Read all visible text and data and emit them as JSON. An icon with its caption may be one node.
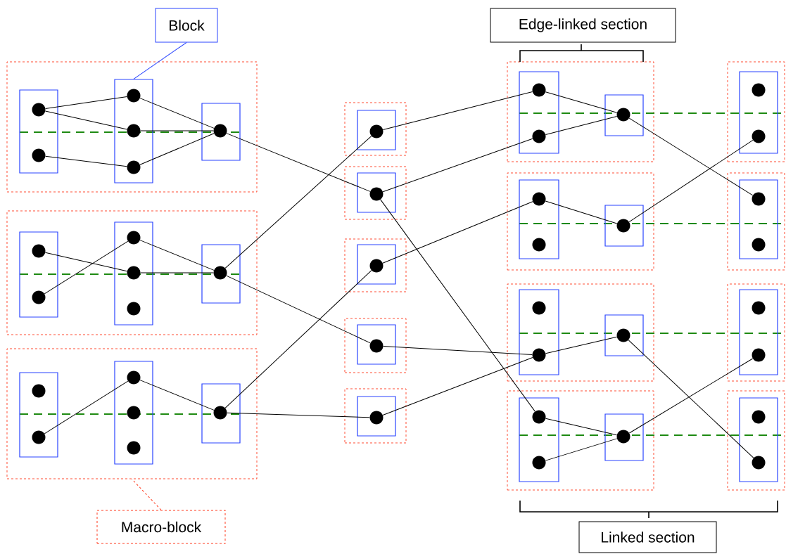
{
  "diagram": {
    "nodes": [
      {
        "text": [
          "Block"
        ]
      },
      {
        "text": [
          "Edge-linked section"
        ]
      },
      {
        "text": [],
        "shape": "box"
      },
      {
        "text": [],
        "shape": "box",
        "in": 2
      },
      {
        "text": [],
        "shape": "circle",
        "in": 3
      },
      {
        "text": [],
        "shape": "circle",
        "in": 3
      },
      {
        "text": [],
        "shape": "box",
        "in": 2
      },
      {
        "text": [],
        "shape": "circle",
        "in": 6
      },
      {
        "text": [],
        "shape": "circle",
        "in": 6
      },
      {
        "text": [],
        "shape": "circle",
        "in": 6
      },
      {
        "text": [],
        "shape": "box",
        "in": 2
      },
      {
        "text": [],
        "shape": "circle",
        "in": 10
      },
      {
        "text": [],
        "shape": "box"
      },
      {
        "text": [],
        "shape": "box",
        "in": 12
      },
      {
        "text": [],
        "shape": "circle",
        "in": 13
      },
      {
        "text": [],
        "shape": "circle",
        "in": 13
      },
      {
        "text": [],
        "shape": "box",
        "in": 12
      },
      {
        "text": [],
        "shape": "circle",
        "in": 16
      },
      {
        "text": [],
        "shape": "circle",
        "in": 16
      },
      {
        "text": [],
        "shape": "circle",
        "in": 16
      },
      {
        "text": [],
        "shape": "box",
        "in": 12
      },
      {
        "text": [],
        "shape": "circle",
        "in": 20
      },
      {
        "text": [],
        "shape": "box"
      },
      {
        "text": [],
        "shape": "box",
        "in": 22
      },
      {
        "text": [],
        "shape": "circle",
        "in": 23
      },
      {
        "text": [],
        "shape": "circle",
        "in": 23
      },
      {
        "text": [],
        "shape": "box",
        "in": 22
      },
      {
        "text": [],
        "shape": "circle",
        "in": 26
      },
      {
        "text": [],
        "shape": "circle",
        "in": 26
      },
      {
        "text": [],
        "shape": "circle",
        "in": 26
      },
      {
        "text": [],
        "shape": "box",
        "in": 22
      },
      {
        "text": [],
        "shape": "circle",
        "in": 30
      },
      {
        "text": [],
        "shape": "box"
      },
      {
        "text": [],
        "shape": "box",
        "in": 32
      },
      {
        "text": [],
        "shape": "circle",
        "in": 33
      },
      {
        "text": [],
        "shape": "box"
      },
      {
        "text": [],
        "shape": "box",
        "in": 35
      },
      {
        "text": [],
        "shape": "circle",
        "in": 36
      },
      {
        "text": [],
        "shape": "box"
      },
      {
        "text": [],
        "shape": "box",
        "in": 38
      },
      {
        "text": [],
        "shape": "circle",
        "in": 39
      },
      {
        "text": [],
        "shape": "box"
      },
      {
        "text": [],
        "shape": "box",
        "in": 41
      },
      {
        "text": [],
        "shape": "circle",
        "in": 42
      },
      {
        "text": [],
        "shape": "box"
      },
      {
        "text": [],
        "shape": "box",
        "in": 44
      },
      {
        "text": [],
        "shape": "circle",
        "in": 45
      },
      {
        "text": [],
        "shape": "box"
      },
      {
        "text": [],
        "shape": "box",
        "in": 47
      },
      {
        "text": [],
        "shape": "circle",
        "in": 48
      },
      {
        "text": [],
        "shape": "circle",
        "in": 48
      },
      {
        "text": [],
        "shape": "box",
        "in": 47
      },
      {
        "text": [],
        "shape": "circle",
        "in": 51
      },
      {
        "text": [],
        "shape": "box"
      },
      {
        "text": [],
        "shape": "box",
        "in": 53
      },
      {
        "text": [],
        "shape": "circle",
        "in": 54
      },
      {
        "text": [],
        "shape": "circle",
        "in": 54
      },
      {
        "text": [],
        "shape": "box",
        "in": 53
      },
      {
        "text": [],
        "shape": "circle",
        "in": 57
      },
      {
        "text": [],
        "shape": "box"
      },
      {
        "text": [],
        "shape": "box",
        "in": 59
      },
      {
        "text": [],
        "shape": "circle",
        "in": 60
      },
      {
        "text": [],
        "shape": "circle",
        "in": 60
      },
      {
        "text": [],
        "shape": "box",
        "in": 59
      },
      {
        "text": [],
        "shape": "circle",
        "in": 63
      },
      {
        "text": [],
        "shape": "box"
      },
      {
        "text": [],
        "shape": "box",
        "in": 65
      },
      {
        "text": [],
        "shape": "circle",
        "in": 66
      },
      {
        "text": [],
        "shape": "circle",
        "in": 66
      },
      {
        "text": [],
        "shape": "box",
        "in": 65
      },
      {
        "text": [],
        "shape": "circle",
        "in": 69
      },
      {
        "text": [],
        "shape": "box"
      },
      {
        "text": [],
        "shape": "box",
        "in": 71
      },
      {
        "text": [],
        "shape": "circle",
        "in": 72
      },
      {
        "text": [],
        "shape": "circle",
        "in": 72
      },
      {
        "text": [],
        "shape": "box"
      },
      {
        "text": [],
        "shape": "box",
        "in": 75
      },
      {
        "text": [],
        "shape": "circle",
        "in": 76
      },
      {
        "text": [],
        "shape": "circle",
        "in": 76
      },
      {
        "text": [],
        "shape": "box"
      },
      {
        "text": [],
        "shape": "box",
        "in": 79
      },
      {
        "text": [],
        "shape": "circle",
        "in": 80
      },
      {
        "text": [],
        "shape": "circle",
        "in": 80
      },
      {
        "text": [],
        "shape": "box"
      },
      {
        "text": [],
        "shape": "box",
        "in": 83
      },
      {
        "text": [],
        "shape": "circle",
        "in": 84
      },
      {
        "text": [],
        "shape": "circle",
        "in": 84
      },
      {
        "text": [
          "Macro-block"
        ]
      },
      {
        "text": [
          "Linked section"
        ]
      }
    ],
    "edges": [
      {
        "from": 4,
        "to": 7,
        "arrow": "none"
      },
      {
        "from": 4,
        "to": 8,
        "arrow": "none"
      },
      {
        "from": 5,
        "to": 9,
        "arrow": "none"
      },
      {
        "from": 7,
        "to": 11,
        "arrow": "none"
      },
      {
        "from": 8,
        "to": 11,
        "arrow": "none"
      },
      {
        "from": 9,
        "to": 11,
        "arrow": "none"
      },
      {
        "from": 11,
        "to": 37,
        "arrow": "none"
      },
      {
        "from": 14,
        "to": 18,
        "arrow": "none"
      },
      {
        "from": 15,
        "to": 17,
        "arrow": "none"
      },
      {
        "from": 17,
        "to": 21,
        "arrow": "none"
      },
      {
        "from": 18,
        "to": 21,
        "arrow": "none"
      },
      {
        "from": 21,
        "to": 34,
        "arrow": "none"
      },
      {
        "from": 21,
        "to": 43,
        "arrow": "none"
      },
      {
        "from": 25,
        "to": 27,
        "arrow": "none"
      },
      {
        "from": 27,
        "to": 31,
        "arrow": "none"
      },
      {
        "from": 31,
        "to": 40,
        "arrow": "none"
      },
      {
        "from": 31,
        "to": 46,
        "arrow": "none"
      },
      {
        "from": 34,
        "to": 49,
        "arrow": "none"
      },
      {
        "from": 37,
        "to": 50,
        "arrow": "none"
      },
      {
        "from": 37,
        "to": 67,
        "arrow": "none"
      },
      {
        "from": 40,
        "to": 55,
        "arrow": "none"
      },
      {
        "from": 43,
        "to": 62,
        "arrow": "none"
      },
      {
        "from": 46,
        "to": 62,
        "arrow": "none"
      },
      {
        "from": 49,
        "to": 52,
        "arrow": "none"
      },
      {
        "from": 50,
        "to": 52,
        "arrow": "none"
      },
      {
        "from": 52,
        "to": 77,
        "arrow": "none"
      },
      {
        "from": 55,
        "to": 58,
        "arrow": "none"
      },
      {
        "from": 58,
        "to": 74,
        "arrow": "none"
      },
      {
        "from": 62,
        "to": 64,
        "arrow": "none"
      },
      {
        "from": 64,
        "to": 86,
        "arrow": "none"
      },
      {
        "from": 67,
        "to": 70,
        "arrow": "none"
      },
      {
        "from": 68,
        "to": 70,
        "arrow": "none"
      },
      {
        "from": 70,
        "to": 82,
        "arrow": "none"
      },
      {
        "from": 0,
        "to": 6,
        "arrow": "none",
        "color": "#2a45ff"
      },
      {
        "from": 87,
        "to": 22,
        "arrow": "none",
        "style": "dashed",
        "color": "#ff3b1f"
      }
    ]
  }
}
